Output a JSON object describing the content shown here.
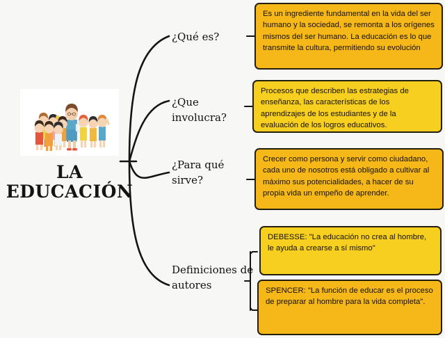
{
  "center": {
    "title_line1": "LA",
    "title_line2": "EDUCACIÓN",
    "image_alt": "teacher-and-children-clipart"
  },
  "branches": [
    {
      "id": "que-es",
      "label": "¿Qué es?"
    },
    {
      "id": "que-involucra",
      "label": "¿Que\ninvolucra?"
    },
    {
      "id": "para-que-sirve",
      "label": "¿Para qué\nsirve?"
    },
    {
      "id": "definiciones",
      "label": "Definiciones de\nautores"
    }
  ],
  "boxes": [
    {
      "id": "box-que-es",
      "branch": "que-es",
      "color": "#f5b818",
      "text": "Es un ingrediente fundamental en la vida del ser humano y la sociedad, se remonta a los orígenes mismos del ser humano. La educación es lo que transmite la cultura, permitiendo su evolución"
    },
    {
      "id": "box-que-involucra",
      "branch": "que-involucra",
      "color": "#f7cf1e",
      "text": "Procesos que describen las estrategias de enseñanza, las características de los aprendizajes de los estudiantes y de la evaluación de los logros educativos."
    },
    {
      "id": "box-para-que-sirve",
      "branch": "para-que-sirve",
      "color": "#f5b818",
      "text": " Crecer como persona y servir como ciudadano, cada uno de nosotros está obligado a cultivar al máximo sus potencialidades, a hacer de su propia vida un empeño de aprender."
    },
    {
      "id": "box-debesse",
      "branch": "definiciones",
      "color": "#f7cf1e",
      "text": " DEBESSE:\n\"La educación no crea al hombre, le ayuda a crearse a sí mismo\""
    },
    {
      "id": "box-spencer",
      "branch": "definiciones",
      "color": "#f5b818",
      "text": "SPENCER:\n\"La función de educar es el proceso de preparar al hombre para la vida completa\"."
    }
  ],
  "colors": {
    "background": "#f7f7f5",
    "box_amber": "#f5b818",
    "box_yellow": "#f7cf1e",
    "box_border": "#231f0c",
    "branch_stroke": "#141414",
    "text": "#151008"
  }
}
